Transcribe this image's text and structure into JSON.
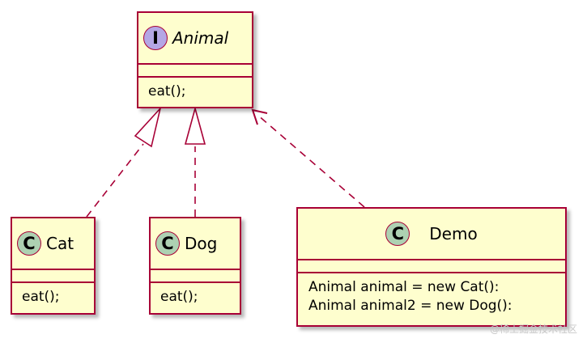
{
  "interface": {
    "stereotype": "I",
    "name": "Animal",
    "methods": [
      "eat();"
    ]
  },
  "classes": [
    {
      "stereotype": "C",
      "name": "Cat",
      "methods": [
        "eat();"
      ]
    },
    {
      "stereotype": "C",
      "name": "Dog",
      "methods": [
        "eat();"
      ]
    },
    {
      "stereotype": "C",
      "name": "Demo",
      "methods": [
        "Animal animal = new Cat():",
        "Animal animal2 = new Dog():"
      ]
    }
  ],
  "relations": [
    {
      "from": "Cat",
      "to": "Animal",
      "kind": "realization"
    },
    {
      "from": "Dog",
      "to": "Animal",
      "kind": "realization"
    },
    {
      "from": "Demo",
      "to": "Animal",
      "kind": "dependency"
    }
  ],
  "watermark": "@稀土掘金技术社区",
  "colors": {
    "border": "#A80036",
    "fill": "#FEFECE",
    "interface_badge": "#B4A7E5",
    "class_badge": "#ADD1B2"
  }
}
